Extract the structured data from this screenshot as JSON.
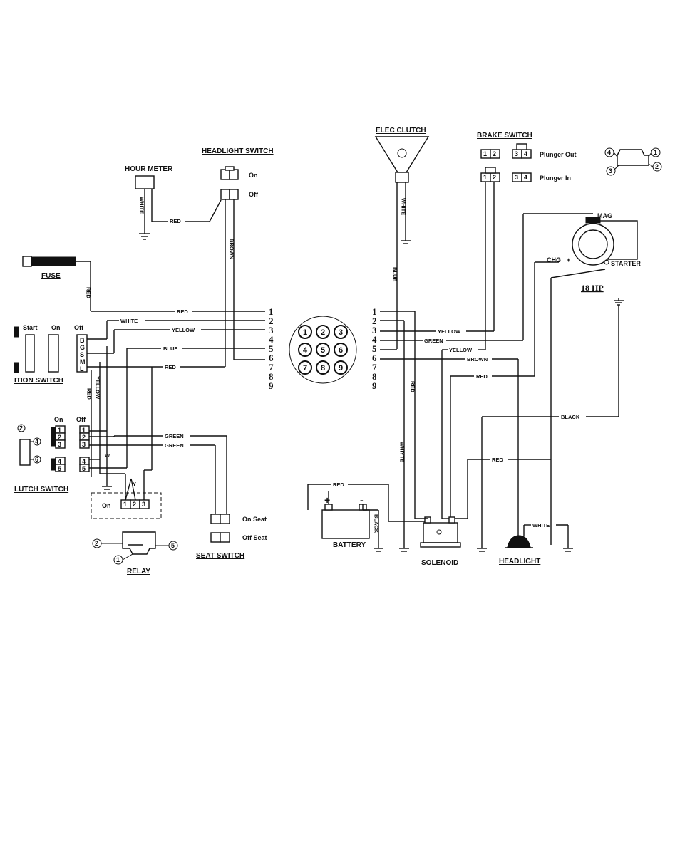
{
  "components": {
    "hour_meter": "HOUR METER",
    "headlight_switch": "HEADLIGHT SWITCH",
    "headlight_switch_on": "On",
    "headlight_switch_off": "Off",
    "fuse": "FUSE",
    "ignition_switch": "ITION SWITCH",
    "ignition_start": "Start",
    "ignition_on": "On",
    "ignition_off": "Off",
    "clutch_switch": "LUTCH SWITCH",
    "clutch_on": "On",
    "clutch_off": "Off",
    "relay": "RELAY",
    "relay_on": "On",
    "seat_switch": "SEAT SWITCH",
    "seat_on": "On Seat",
    "seat_off": "Off Seat",
    "elec_clutch": "ELEC CLUTCH",
    "brake_switch": "BRAKE SWITCH",
    "plunger_out": "Plunger Out",
    "plunger_in": "Plunger In",
    "engine": "18 HP",
    "mag": "MAG",
    "chg": "CHG",
    "starter": "STARTER",
    "battery": "BATTERY",
    "solenoid": "SOLENOID",
    "headlight": "HEADLIGHT",
    "plus": "+",
    "minus": "-",
    "relay_y": "Y",
    "relay_w": "W"
  },
  "ignition_terminals": [
    "B",
    "G",
    "S",
    "M",
    "L"
  ],
  "wire_colors": {
    "red": "RED",
    "white": "WHITE",
    "yellow": "YELLOW",
    "blue": "BLUE",
    "green": "GREEN",
    "brown": "BROWN",
    "black": "BLACK",
    "white_alt": "WHITE"
  },
  "vertical_labels": {
    "white": "WHITE",
    "brown": "BROWN",
    "red": "RED",
    "yellow": "YELLOW",
    "blue": "BLUE",
    "black": "BLACK",
    "white_typo": "WHIYTE"
  },
  "connector_left_numbers": [
    "1",
    "2",
    "3",
    "4",
    "5",
    "6",
    "7",
    "8",
    "9"
  ],
  "connector_right_numbers": [
    "1",
    "2",
    "3",
    "4",
    "5",
    "6",
    "7",
    "8",
    "9"
  ],
  "connector_pins": [
    "1",
    "2",
    "3",
    "4",
    "5",
    "6",
    "7",
    "8",
    "9"
  ],
  "switch_pins": {
    "p1": "1",
    "p2": "2",
    "p3": "3",
    "p4": "4",
    "p5": "5"
  },
  "corner_pins": [
    "4",
    "1",
    "3",
    "2"
  ],
  "clutch_pins": [
    "2",
    "4",
    "6"
  ],
  "relay_pins": [
    "2",
    "5",
    "1"
  ]
}
